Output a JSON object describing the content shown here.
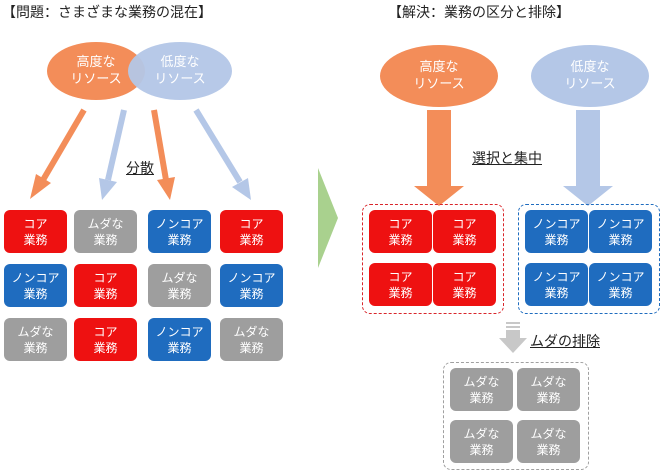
{
  "left_title": "【問題：さまざまな業務の混在】",
  "right_title": "【解決：業務の区分と排除】",
  "resources": {
    "high": "高度な\nリソース",
    "low": "低度な\nリソース"
  },
  "labels": {
    "dispersion": "分散",
    "selection": "選択と集中",
    "elimination": "ムダの排除"
  },
  "task_types": {
    "core": "コア\n業務",
    "noncore": "ノンコア\n業務",
    "waste": "ムダな\n業務"
  },
  "colors": {
    "core": "#ee1111",
    "noncore": "#1f6cbf",
    "waste": "#9e9e9e",
    "high_resource": "#f38d59",
    "low_resource": "#b4c7e7",
    "forward_arrow": "#a9d18e",
    "gray_arrow": "#c8c8c8"
  },
  "left_grid": [
    [
      "core",
      "waste",
      "noncore",
      "core"
    ],
    [
      "noncore",
      "core",
      "waste",
      "noncore"
    ],
    [
      "waste",
      "core",
      "noncore",
      "waste"
    ]
  ]
}
